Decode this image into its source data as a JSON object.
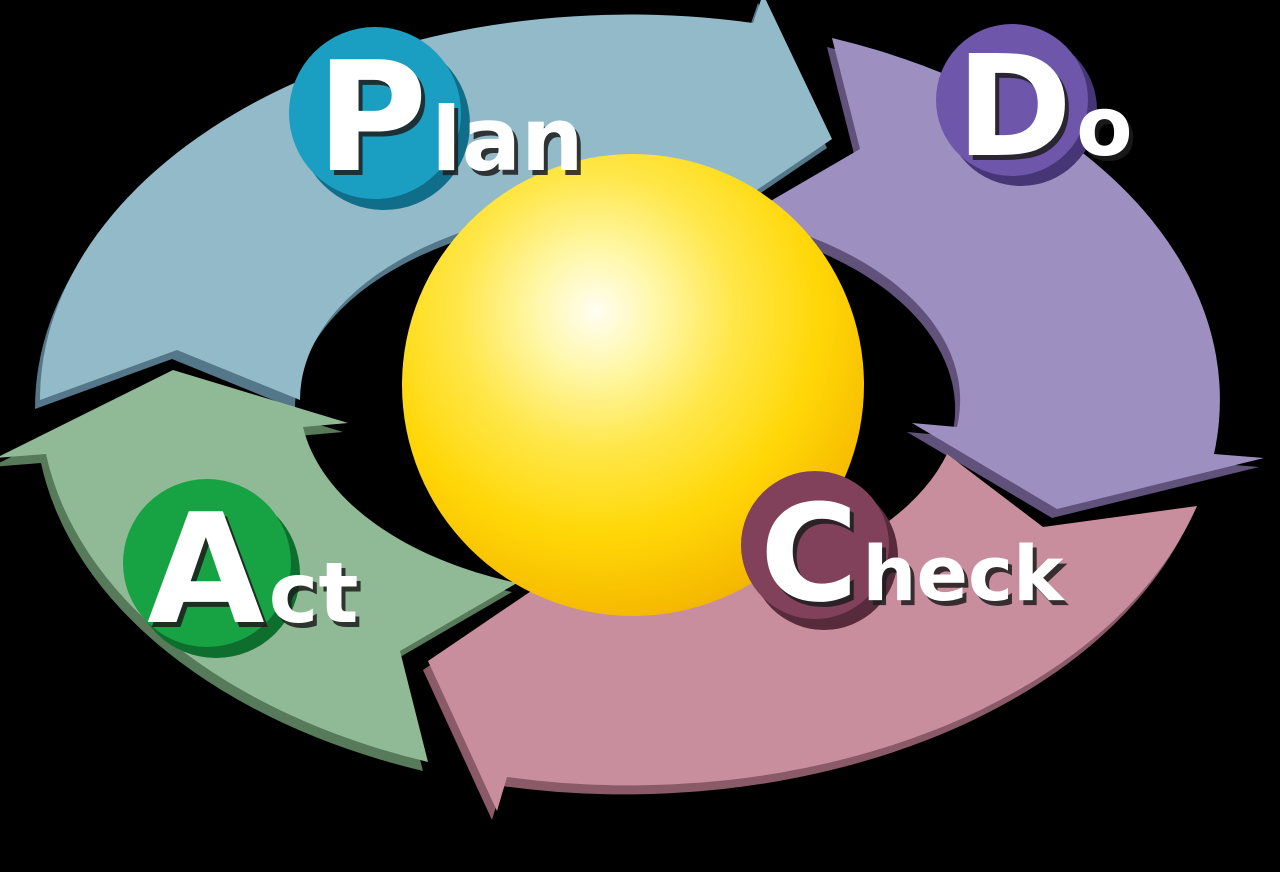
{
  "background": "#000000",
  "text_color": "#ffffff",
  "text_shadow": "#1d1d1d",
  "steps": [
    {
      "id": "plan",
      "initial": "P",
      "rest": "lan",
      "arrow_color": "#93bac9",
      "arrow_shadow": "#54788a",
      "badge_color": "#1a9fc2",
      "badge_shadow": "#116e8a"
    },
    {
      "id": "do",
      "initial": "D",
      "rest": "o",
      "arrow_color": "#9d90c1",
      "arrow_shadow": "#60527b",
      "badge_color": "#6e56aa",
      "badge_shadow": "#473676"
    },
    {
      "id": "check",
      "initial": "C",
      "rest": "heck",
      "arrow_color": "#c98e9e",
      "arrow_shadow": "#8a5a68",
      "badge_color": "#82415a",
      "badge_shadow": "#572b3c"
    },
    {
      "id": "act",
      "initial": "A",
      "rest": "ct",
      "arrow_color": "#90ba95",
      "arrow_shadow": "#567a5a",
      "badge_color": "#17a244",
      "badge_shadow": "#0d6e2d"
    }
  ],
  "sphere": {
    "highlight": "#fffef2",
    "light": "#fff7a8",
    "mid": "#ffe74a",
    "base": "#ffd707",
    "deep": "#f6bb00",
    "edge": "#eca100"
  }
}
